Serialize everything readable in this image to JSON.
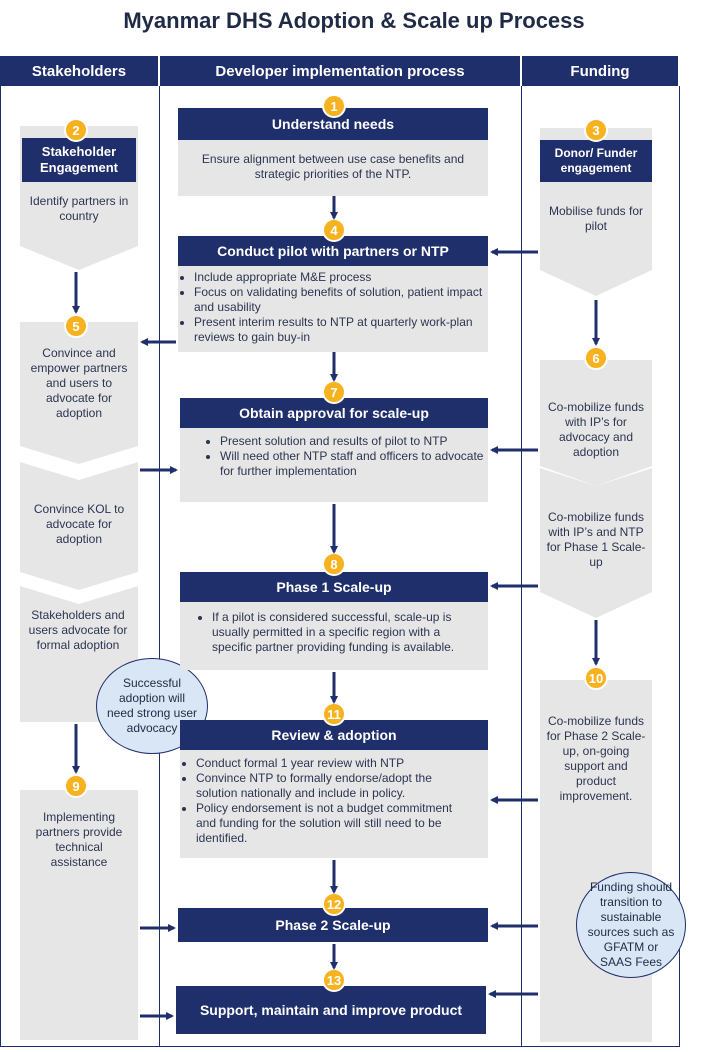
{
  "title": "Myanmar DHS Adoption & Scale up Process",
  "lanes": {
    "stakeholders": "Stakeholders",
    "developer": "Developer implementation process",
    "funding": "Funding"
  },
  "center": {
    "s1": {
      "num": "1",
      "title": "Understand needs",
      "body": "Ensure alignment between use case benefits and strategic priorities of the NTP."
    },
    "s4": {
      "num": "4",
      "title": "Conduct pilot with partners or NTP",
      "bullets": [
        "Include appropriate M&E process",
        "Focus on validating benefits of solution, patient impact and usability",
        "Present interim results to NTP at quarterly work-plan reviews to gain buy-in"
      ]
    },
    "s7": {
      "num": "7",
      "title": "Obtain approval for scale-up",
      "bullets": [
        "Present solution and results of pilot to NTP",
        "Will need other NTP staff and officers to advocate for further implementation"
      ]
    },
    "s8": {
      "num": "8",
      "title": "Phase 1 Scale-up",
      "bullets": [
        "If a pilot is considered successful, scale-up is usually permitted in a specific region with a specific partner providing funding is available."
      ]
    },
    "s11": {
      "num": "11",
      "title": "Review & adoption",
      "bullets": [
        "Conduct formal 1 year review with NTP",
        "Convince NTP to formally endorse/adopt the solution nationally and include in policy.",
        "Policy endorsement is not a budget commitment and funding for the solution will still need to be identified."
      ]
    },
    "s12": {
      "num": "12",
      "title": "Phase 2 Scale-up"
    },
    "s13": {
      "num": "13",
      "title": "Support, maintain and improve product"
    }
  },
  "left": {
    "s2": {
      "num": "2",
      "title": "Stakeholder Engagement",
      "body": "Identify partners in country"
    },
    "s5": {
      "num": "5",
      "body": "Convince and empower partners and users to advocate for adoption"
    },
    "kol": {
      "body": "Convince KOL to advocate for adoption"
    },
    "formal": {
      "body": "Stakeholders and users advocate for formal adoption"
    },
    "s9": {
      "num": "9",
      "body": "Implementing partners provide technical assistance"
    },
    "bubble": "Successful adoption will need strong user advocacy"
  },
  "right": {
    "s3": {
      "num": "3",
      "title": "Donor/ Funder engagement",
      "body": "Mobilise funds for pilot"
    },
    "s6": {
      "num": "6",
      "body": "Co-mobilize funds with IP’s for advocacy and adoption"
    },
    "p1": {
      "body": "Co-mobilize funds with IP’s and NTP for Phase 1 Scale-up"
    },
    "s10": {
      "num": "10",
      "body": "Co-mobilize funds for Phase 2 Scale-up, on-going support and product improvement."
    },
    "bubble": "Funding should transition to sustainable sources such as GFATM or SAAS Fees"
  },
  "colors": {
    "navy": "#1f2f6b",
    "gray": "#e6e6e6",
    "step": "#f7b21f",
    "bubble": "#d9e6f5"
  }
}
